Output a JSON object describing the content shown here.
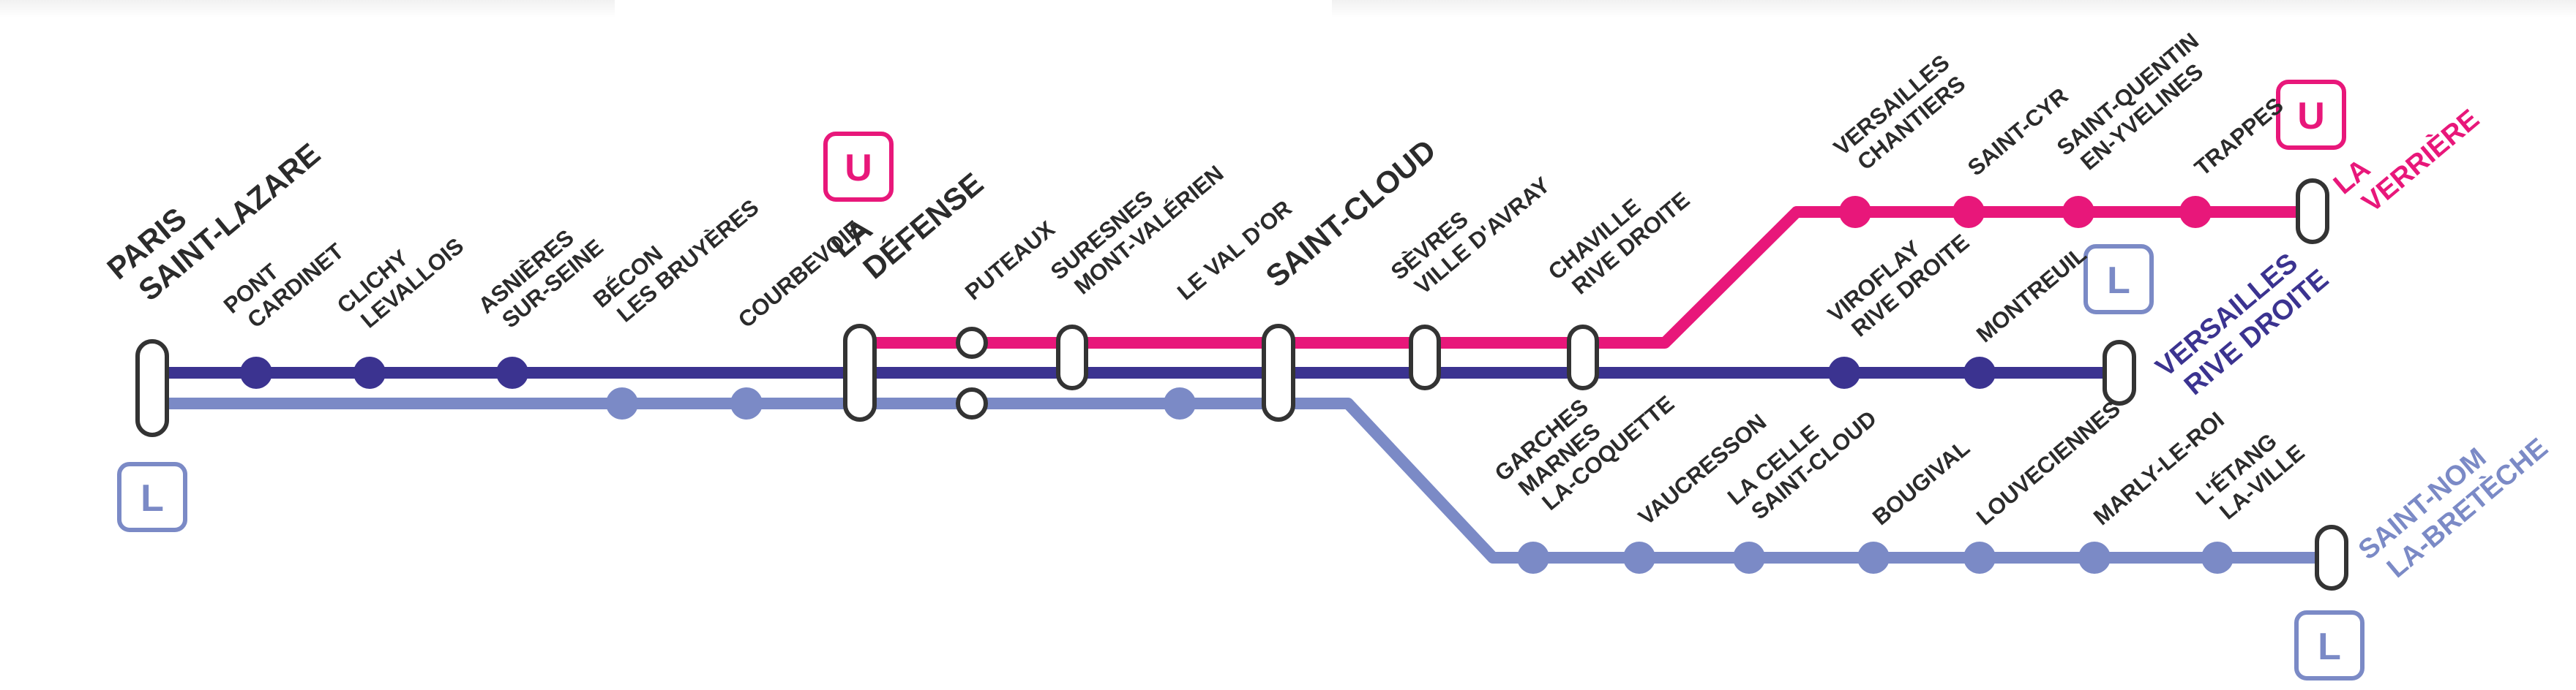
{
  "colors": {
    "line_u": "#e8177a",
    "line_l_versailles": "#3b3390",
    "line_l_saint_nom": "#7b8ac6",
    "station_text": "#2b2b2b",
    "background": "#ffffff"
  },
  "badges": {
    "u_defense": "U",
    "u_la_verriere": "U",
    "l_saint_lazare": "L",
    "l_versailles": "L",
    "l_saint_nom": "L"
  },
  "terminus": {
    "paris_saint_lazare": [
      "PARIS",
      "SAINT-LAZARE"
    ],
    "la_defense": [
      "LA",
      "DÉFENSE"
    ],
    "saint_cloud": [
      "SAINT-CLOUD"
    ],
    "la_verriere": [
      "LA",
      "VERRIÈRE"
    ],
    "versailles_rive_droite": [
      "VERSAILLES",
      "RIVE DROITE"
    ],
    "saint_nom_la_breteche": [
      "SAINT-NOM",
      "LA-BRETÈCHE"
    ]
  },
  "stations": {
    "pont_cardinet": [
      "PONT",
      "CARDINET"
    ],
    "clichy_levallois": [
      "CLICHY",
      "LEVALLOIS"
    ],
    "asnieres": [
      "ASNIÈRES",
      "SUR-SEINE"
    ],
    "becon": [
      "BÉCON",
      "LES BRUYÈRES"
    ],
    "courbevoie": [
      "COURBEVOIE"
    ],
    "puteaux": [
      "PUTEAUX"
    ],
    "suresnes": [
      "SURESNES",
      "MONT-VALÉRIEN"
    ],
    "le_val_d_or": [
      "LE VAL D'OR"
    ],
    "sevres": [
      "SÈVRES",
      "VILLE D'AVRAY"
    ],
    "chaville": [
      "CHAVILLE",
      "RIVE DROITE"
    ],
    "versailles_chantiers": [
      "VERSAILLES",
      "CHANTIERS"
    ],
    "saint_cyr": [
      "SAINT-CYR"
    ],
    "saint_quentin": [
      "SAINT-QUENTIN",
      "EN-YVELINES"
    ],
    "trappes": [
      "TRAPPES"
    ],
    "viroflay": [
      "VIROFLAY",
      "RIVE DROITE"
    ],
    "montreuil": [
      "MONTREUIL"
    ],
    "garches": [
      "GARCHES",
      "MARNES",
      "LA-COQUETTE"
    ],
    "vaucresson": [
      "VAUCRESSON"
    ],
    "la_celle": [
      "LA CELLE",
      "SAINT-CLOUD"
    ],
    "bougival": [
      "BOUGIVAL"
    ],
    "louveciennes": [
      "LOUVECIENNES"
    ],
    "marly": [
      "MARLY-LE-ROI"
    ],
    "l_etang": [
      "L'ÉTANG",
      "LA-VILLE"
    ]
  }
}
